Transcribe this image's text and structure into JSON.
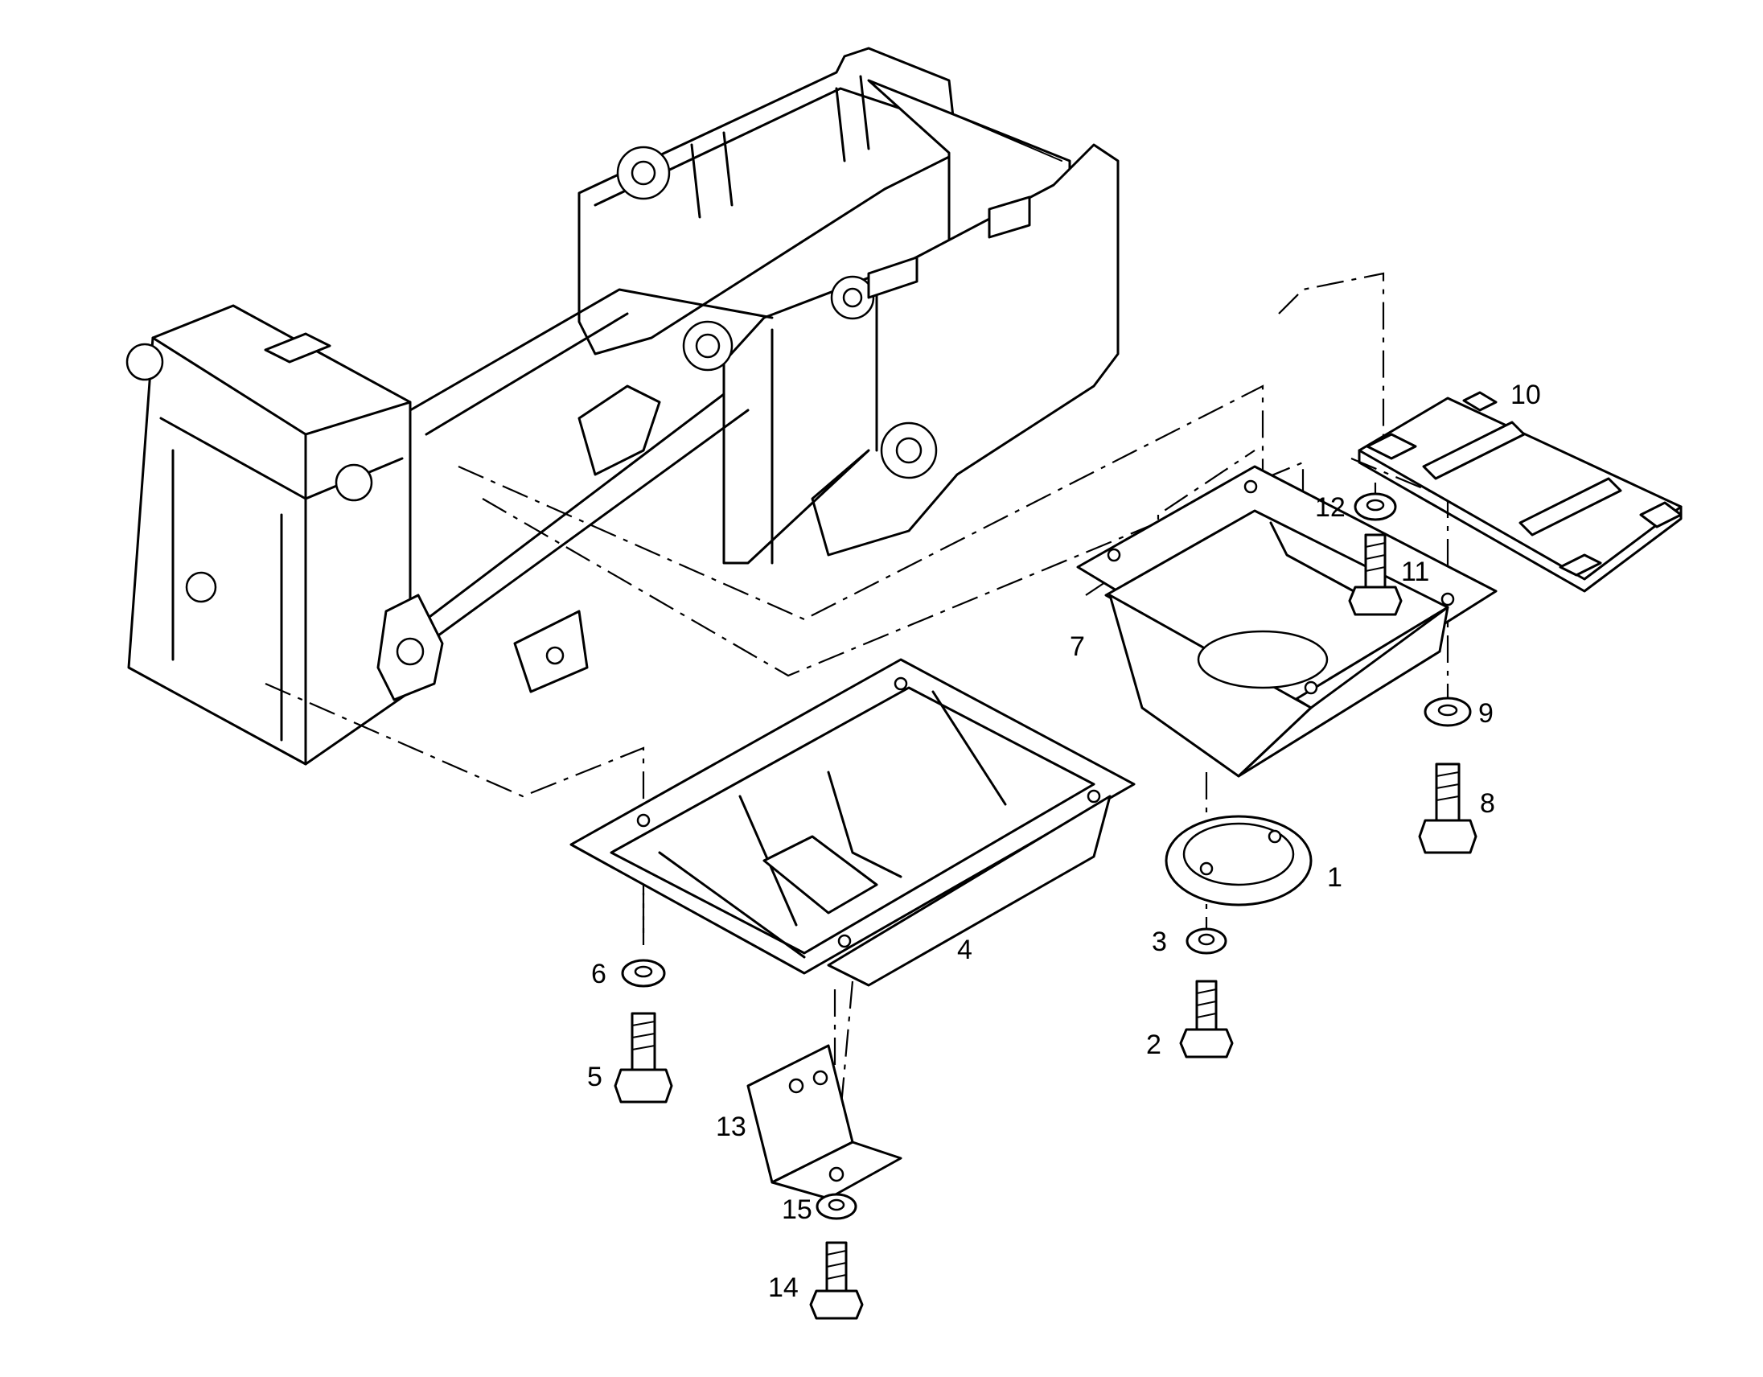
{
  "diagram": {
    "callouts": [
      {
        "id": "part-1",
        "label": "1"
      },
      {
        "id": "part-2",
        "label": "2"
      },
      {
        "id": "part-3",
        "label": "3"
      },
      {
        "id": "part-4",
        "label": "4"
      },
      {
        "id": "part-5",
        "label": "5"
      },
      {
        "id": "part-6",
        "label": "6"
      },
      {
        "id": "part-7",
        "label": "7"
      },
      {
        "id": "part-8",
        "label": "8"
      },
      {
        "id": "part-9",
        "label": "9"
      },
      {
        "id": "part-10",
        "label": "10"
      },
      {
        "id": "part-11",
        "label": "11"
      },
      {
        "id": "part-12",
        "label": "12"
      },
      {
        "id": "part-13",
        "label": "13"
      },
      {
        "id": "part-14",
        "label": "14"
      },
      {
        "id": "part-15",
        "label": "15"
      }
    ]
  }
}
